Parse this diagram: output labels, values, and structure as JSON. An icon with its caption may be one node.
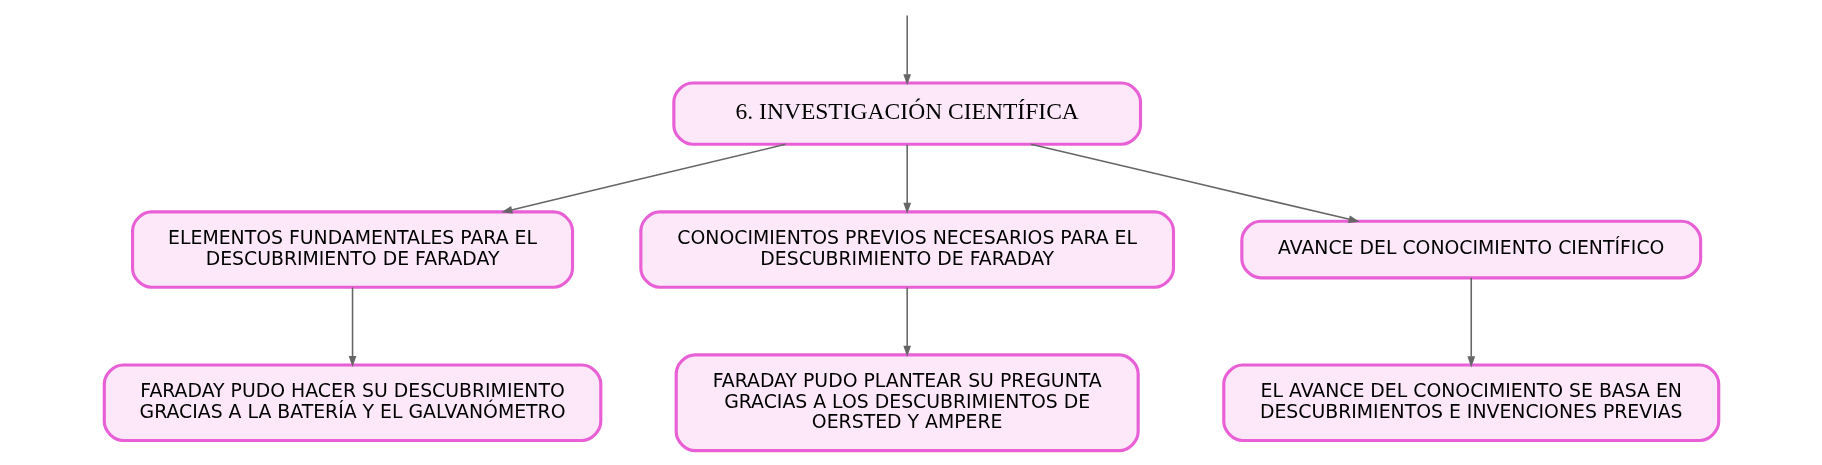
{
  "diagram": {
    "nodes": [
      {
        "text": [
          "6. INVESTIGACIÓN CIENTÍFICA"
        ]
      },
      {
        "text": [
          "ELEMENTOS FUNDAMENTALES PARA EL DESCUBRIMIENTO DE FARADAY"
        ]
      },
      {
        "text": [
          "CONOCIMIENTOS PREVIOS NECESARIOS PARA EL DESCUBRIMIENTO DE FARADAY"
        ]
      },
      {
        "text": [
          "AVANCE DEL CONOCIMIENTO CIENTÍFICO"
        ]
      },
      {
        "text": [
          "FARADAY PUDO HACER SU DESCUBRIMIENTO GRACIAS A LA BATERÍA Y EL GALVANÓMETRO"
        ]
      },
      {
        "text": [
          "FARADAY PUDO PLANTEAR SU PREGUNTA GRACIAS A LOS DESCUBRIMIENTOS DE OERSTED Y AMPERE"
        ]
      },
      {
        "text": [
          "EL AVANCE DEL CONOCIMIENTO SE BASA EN DESCUBRIMIENTOS E INVENCIONES PREVIAS"
        ]
      }
    ],
    "edges": [
      {
        "from": null,
        "to": 0,
        "arrow": "to"
      },
      {
        "from": 0,
        "to": 1,
        "arrow": "to"
      },
      {
        "from": 0,
        "to": 2,
        "arrow": "to"
      },
      {
        "from": 0,
        "to": 3,
        "arrow": "to"
      },
      {
        "from": 1,
        "to": 4,
        "arrow": "to"
      },
      {
        "from": 2,
        "to": 5,
        "arrow": "to"
      },
      {
        "from": 3,
        "to": 6,
        "arrow": "to"
      }
    ]
  }
}
